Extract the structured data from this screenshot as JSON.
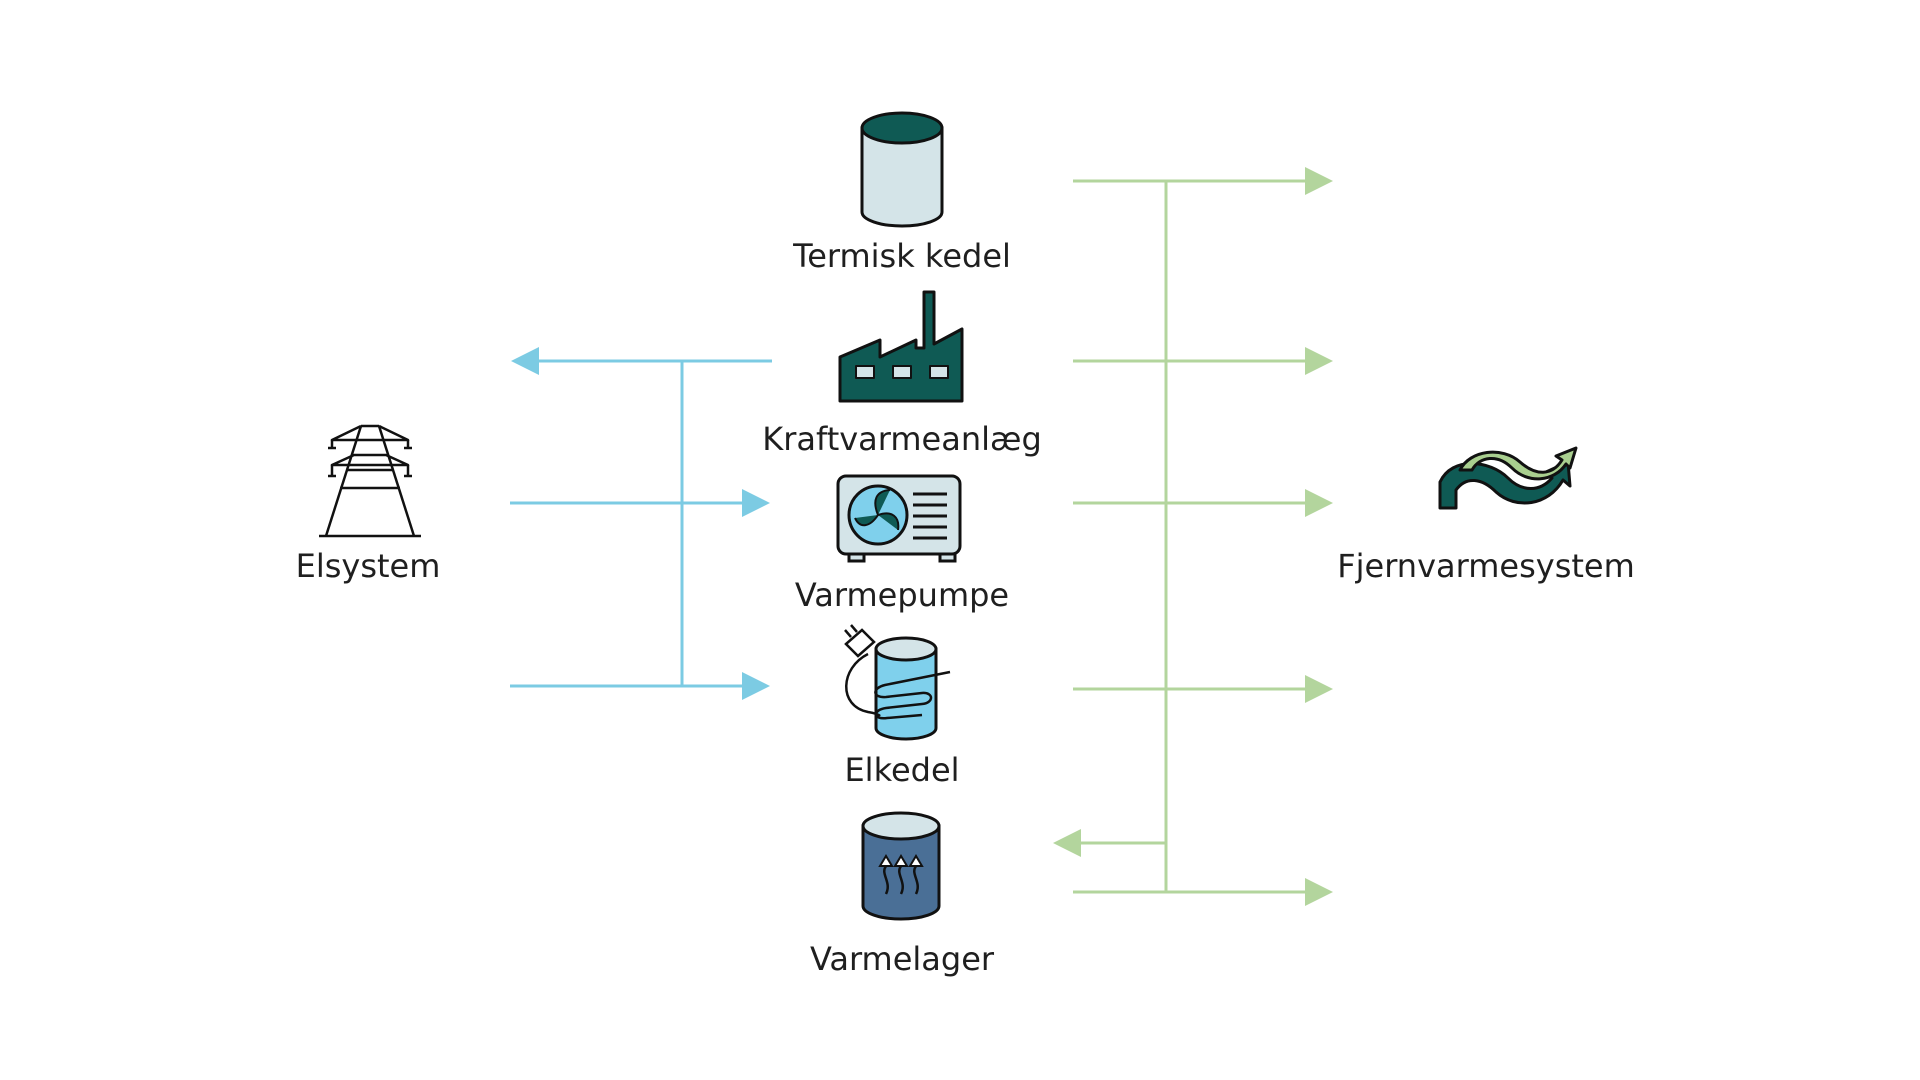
{
  "labels": {
    "termisk_kedel": "Termisk kedel",
    "kraftvarmeanlaeg": "Kraftvarmeanlæg",
    "varmepumpe": "Varmepumpe",
    "elkedel": "Elkedel",
    "varmelager": "Varmelager",
    "elsystem": "Elsystem",
    "fjernvarmesystem": "Fjernvarmesystem"
  },
  "icons": {
    "termisk_kedel": "cylinder-tank-icon",
    "kraftvarmeanlaeg": "factory-icon",
    "varmepumpe": "heat-pump-fan-icon",
    "elkedel": "electric-boiler-icon",
    "varmelager": "heat-storage-tank-icon",
    "elsystem": "power-pylon-icon",
    "fjernvarmesystem": "district-heating-arrows-icon"
  },
  "colors": {
    "electric_flow": "#7ccbe3",
    "heat_flow": "#b3d59d",
    "dark_teal": "#0f5a54",
    "light_blue_grey": "#d4e4e8",
    "electric_blue": "#7fd0ec",
    "storage_blue": "#4a6f96",
    "light_green": "#a9cf8f"
  }
}
